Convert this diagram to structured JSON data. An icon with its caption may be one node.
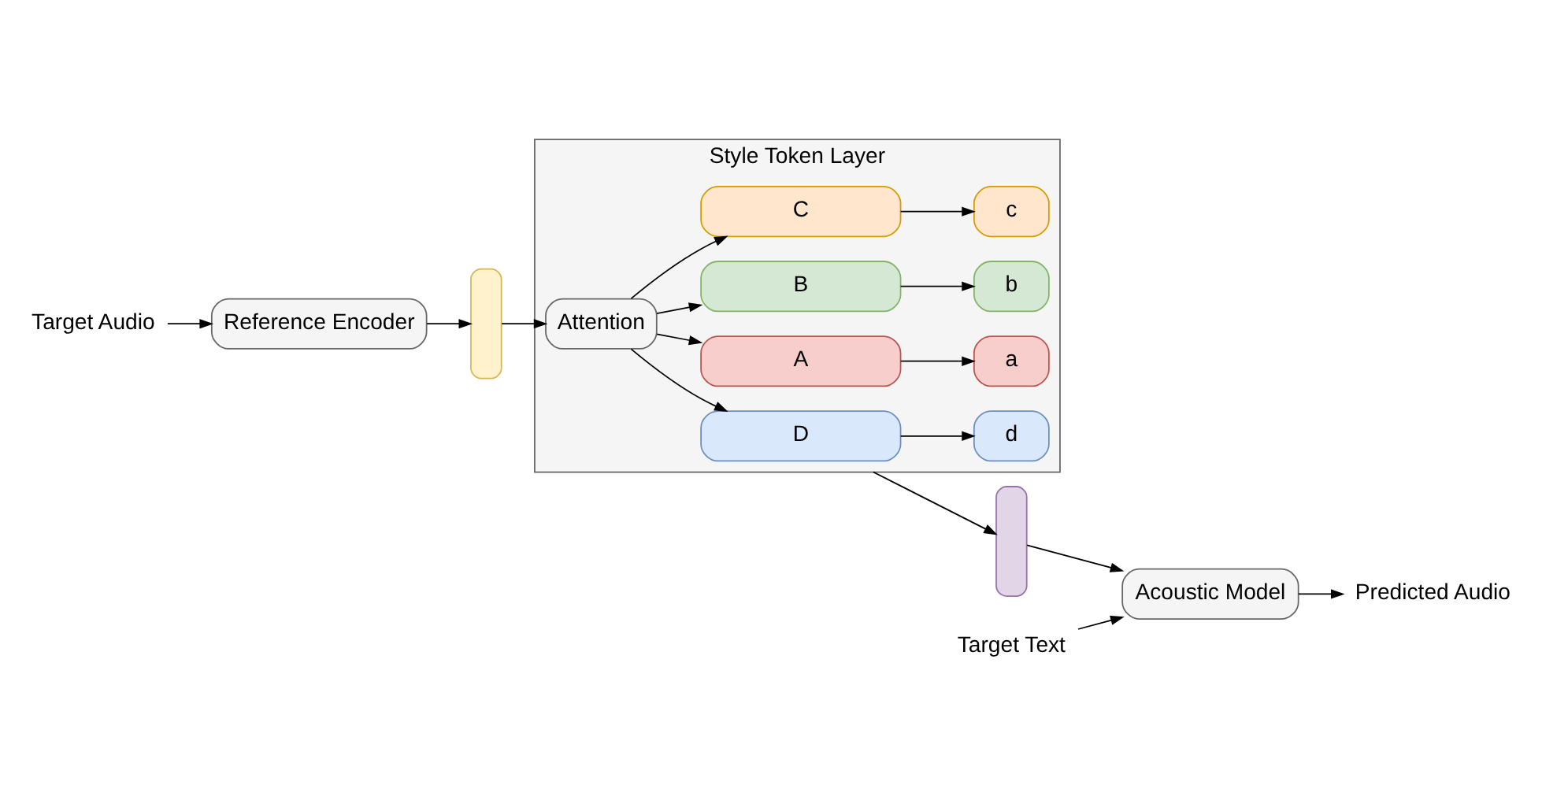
{
  "diagram": {
    "nodes": [
      {
        "text": [
          "Target Audio"
        ]
      },
      {
        "text": [
          "Reference Encoder"
        ]
      },
      {
        "text": [],
        "shape": "bar"
      },
      {
        "text": [
          "Style Token Layer"
        ]
      },
      {
        "text": [
          "Attention"
        ],
        "in": 3
      },
      {
        "text": [
          "A"
        ],
        "in": 3
      },
      {
        "text": [
          "B"
        ],
        "in": 3
      },
      {
        "text": [
          "C"
        ],
        "in": 3
      },
      {
        "text": [
          "D"
        ],
        "in": 3
      },
      {
        "text": [
          "a"
        ],
        "in": 3
      },
      {
        "text": [
          "b"
        ],
        "in": 3
      },
      {
        "text": [
          "c"
        ],
        "in": 3
      },
      {
        "text": [
          "d"
        ],
        "in": 3
      },
      {
        "text": [],
        "shape": "bar"
      },
      {
        "text": [
          "Target Text"
        ]
      },
      {
        "text": [
          "Acoustic Model"
        ]
      },
      {
        "text": [
          "Predicted Audio"
        ]
      }
    ],
    "edges": [
      {
        "from": 0,
        "to": 1,
        "arrow": "to"
      },
      {
        "from": 1,
        "to": 2,
        "arrow": "to"
      },
      {
        "from": 2,
        "to": 4,
        "arrow": "to"
      },
      {
        "from": 4,
        "to": 5,
        "arrow": "to"
      },
      {
        "from": 4,
        "to": 6,
        "arrow": "to"
      },
      {
        "from": 4,
        "to": 7,
        "arrow": "to"
      },
      {
        "from": 4,
        "to": 8,
        "arrow": "to"
      },
      {
        "from": 5,
        "to": 9,
        "arrow": "to"
      },
      {
        "from": 6,
        "to": 10,
        "arrow": "to"
      },
      {
        "from": 7,
        "to": 11,
        "arrow": "to"
      },
      {
        "from": 8,
        "to": 12,
        "arrow": "to"
      },
      {
        "from": 3,
        "to": 13,
        "arrow": "to"
      },
      {
        "from": 13,
        "to": 15,
        "arrow": "to"
      },
      {
        "from": 14,
        "to": 15,
        "arrow": "to"
      },
      {
        "from": 15,
        "to": 16,
        "arrow": "to"
      }
    ]
  }
}
